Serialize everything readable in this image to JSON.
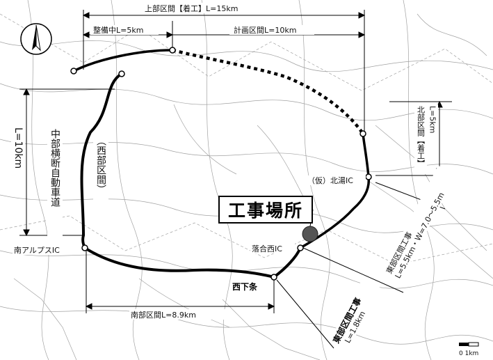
{
  "labels": {
    "total_section": "上部区間【着工】L=15km",
    "preparing": "整備中L=5km",
    "planned": "計画区間L=10km",
    "central_road": "中部横断自動車道",
    "west_section": "（西部区間）",
    "length_10km": "L=10km",
    "north_section": "北部区間【着工】",
    "north_length": "L=5km",
    "ic_right": "（仮）北湯IC",
    "ic_left": "南アルプスIC",
    "ic_ochiai": "落合西IC",
    "nishishimojo": "西下条",
    "south_section": "南部区間L=8.9km",
    "east_section": "東部区間工事",
    "east_length": "L=1.8km",
    "east_section2": "東部区間工事",
    "east_span": "L=5.5km・W=7.0～5.5m",
    "site": "工事場所",
    "scale": "0  1km"
  },
  "colors": {
    "road": "#000000",
    "site_marker": "#555555",
    "map_line": "#8a8a8a",
    "background": "#ffffff"
  },
  "icons": {
    "north_arrow": "north-arrow-icon"
  }
}
